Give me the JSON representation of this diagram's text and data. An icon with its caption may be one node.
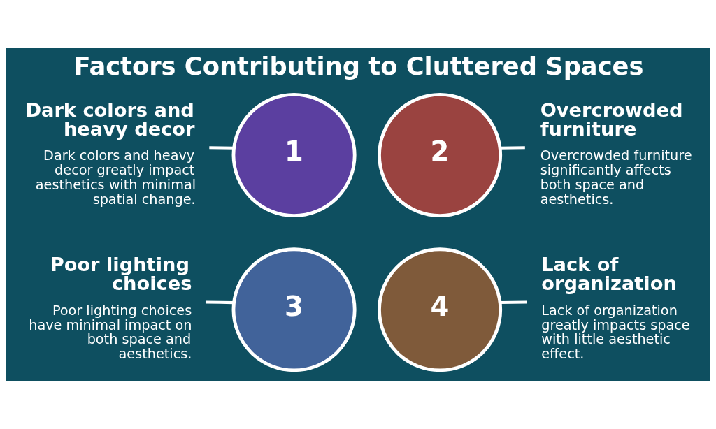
{
  "diagram": {
    "title": "Factors Contributing to Cluttered Spaces",
    "nodes": [
      {
        "text": [
          "Dark colors and heavy decor",
          "Dark colors and heavy decor greatly impact aesthetics with minimal spatial change."
        ]
      },
      {
        "text": [
          "Overcrowded furniture",
          "Overcrowded furniture significantly affects both space and aesthetics."
        ]
      },
      {
        "text": [
          "1"
        ]
      },
      {
        "text": [
          "2"
        ]
      },
      {
        "text": [
          "3"
        ]
      },
      {
        "text": [
          "4"
        ]
      },
      {
        "text": [
          "Poor lighting choices",
          "Poor lighting choices have minimal impact on both space and aesthetics."
        ]
      },
      {
        "text": [
          "Lack of organization",
          "Lack of organization greatly impacts space with little aesthetic effect."
        ]
      }
    ],
    "edges": [
      {
        "from": 0,
        "to": 2,
        "arrow": "none"
      },
      {
        "from": 1,
        "to": 3,
        "arrow": "none"
      },
      {
        "from": 6,
        "to": 4,
        "arrow": "none"
      },
      {
        "from": 7,
        "to": 5,
        "arrow": "none"
      }
    ]
  }
}
